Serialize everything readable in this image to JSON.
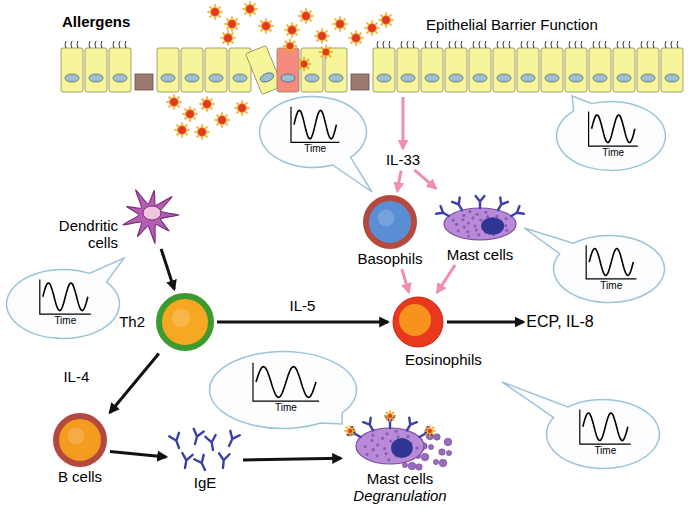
{
  "diagram": {
    "nodes": [
      {
        "text": [
          "Epithelial Barrier Function"
        ]
      },
      {
        "text": [
          "Time"
        ]
      },
      {
        "text": [
          "IL-33"
        ]
      },
      {
        "text": [
          "Time"
        ]
      },
      {
        "text": [
          "Basophils"
        ]
      },
      {
        "text": [
          "Mast cells"
        ]
      },
      {
        "text": [
          "Dendritic cells"
        ]
      },
      {
        "text": [
          "Time"
        ]
      },
      {
        "text": [
          "Time"
        ]
      },
      {
        "text": [
          "Th2"
        ]
      },
      {
        "text": [
          "Eosinophils"
        ]
      },
      {
        "text": [
          "ECP, IL-8"
        ]
      },
      {
        "text": [
          "Time"
        ]
      },
      {
        "text": [
          "Time"
        ]
      },
      {
        "text": [
          "B cells"
        ]
      },
      {
        "text": [
          "IgE"
        ]
      },
      {
        "text": [
          "Mast cells",
          "Degranulation"
        ]
      }
    ],
    "edges": [
      {
        "from": 0,
        "to": 2,
        "arrow": "to"
      },
      {
        "from": 2,
        "to": 4,
        "arrow": "to"
      },
      {
        "from": 2,
        "to": 5,
        "arrow": "to"
      },
      {
        "from": 6,
        "to": 9,
        "arrow": "to"
      },
      {
        "from": 9,
        "to": 10,
        "label": "IL-5",
        "arrow": "to"
      },
      {
        "from": 4,
        "to": 10,
        "arrow": "to"
      },
      {
        "from": 5,
        "to": 10,
        "arrow": "to"
      },
      {
        "from": 10,
        "to": 11,
        "arrow": "to"
      },
      {
        "from": 9,
        "to": 14,
        "label": "IL-4",
        "arrow": "to"
      },
      {
        "from": 14,
        "to": 15,
        "arrow": "to"
      },
      {
        "from": 15,
        "to": 16,
        "arrow": "to"
      }
    ],
    "labels": [
      "Allergens"
    ]
  }
}
